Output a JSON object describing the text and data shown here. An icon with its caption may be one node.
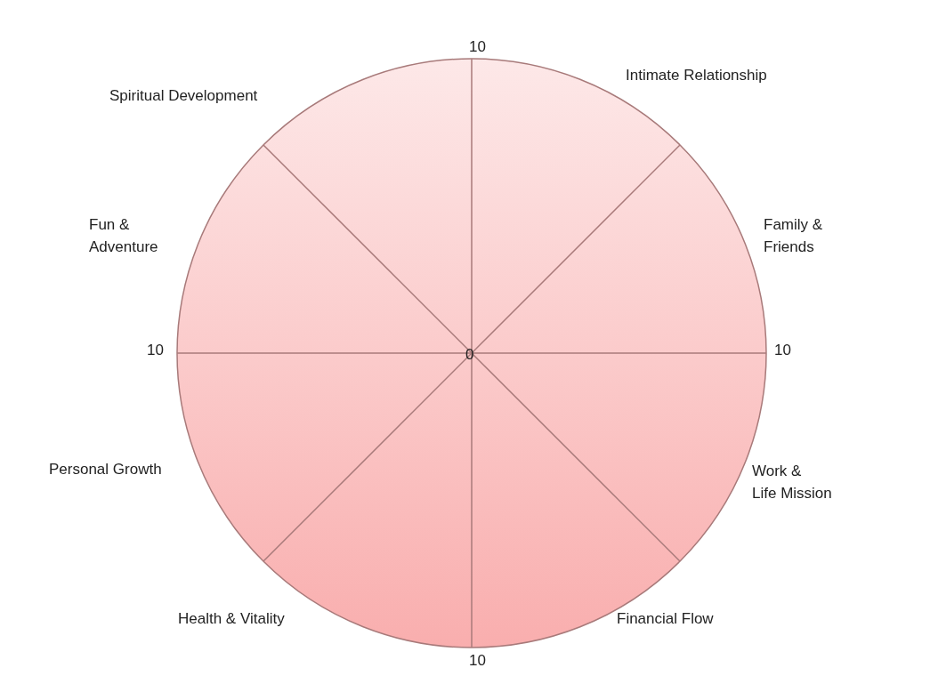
{
  "diagram": {
    "labels": [
      "10",
      "Intimate Relationship",
      "Spiritual Development",
      "Fun & Adventure",
      "Family & Friends",
      "10",
      "0",
      "10",
      "Personal Growth",
      "Work & Life Mission",
      "Health & Vitality",
      "Financial Flow",
      "10"
    ]
  }
}
